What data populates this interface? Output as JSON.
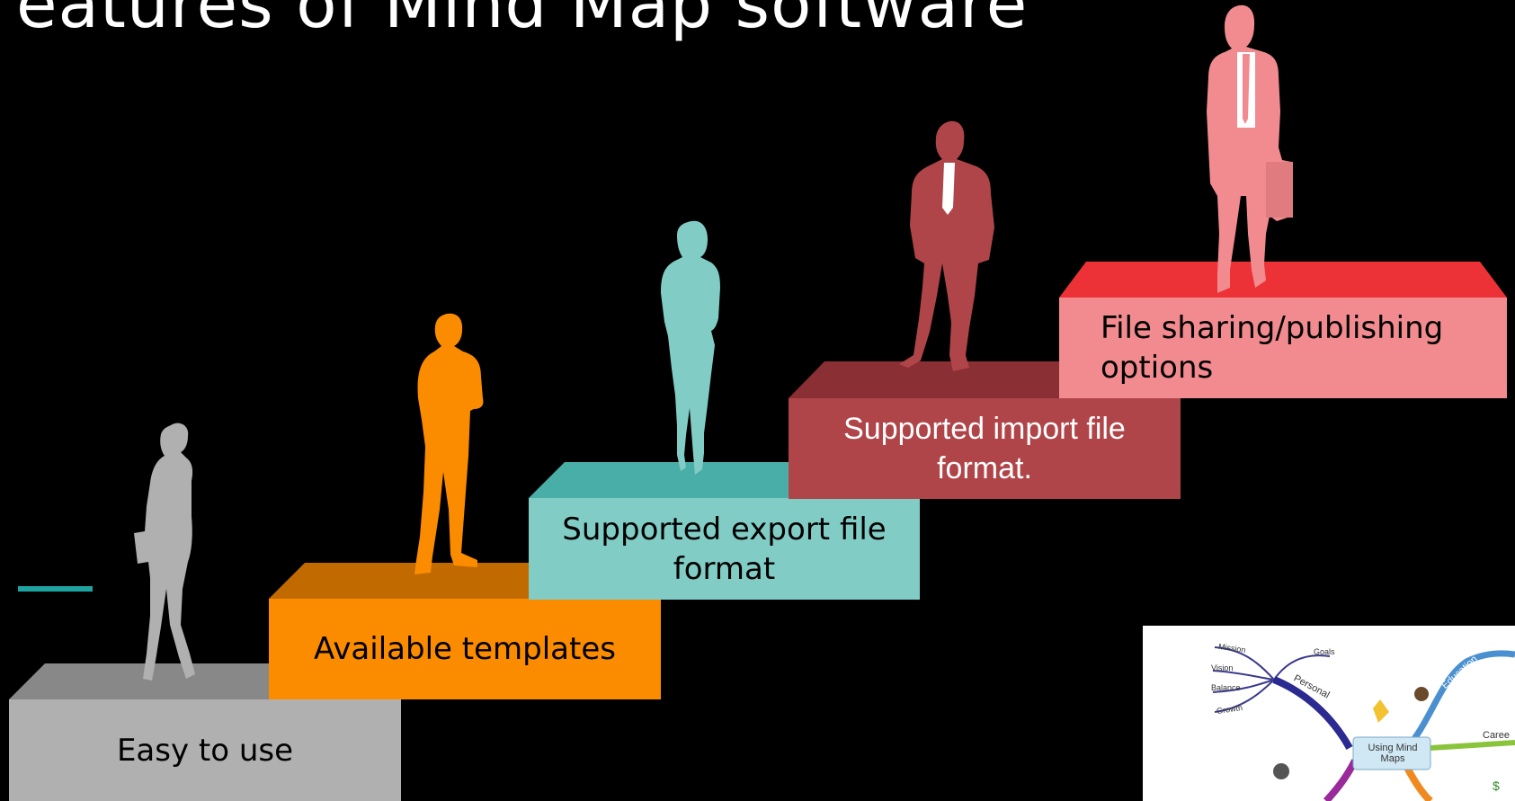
{
  "slide": {
    "title": "eatures of Mind  Map software",
    "accent_color": "#1fa3a0"
  },
  "steps": [
    {
      "label": "Easy to use",
      "front_color": "#b0b0b0",
      "top_color": "#888888"
    },
    {
      "label": "Available templates",
      "front_color": "#fb8c00",
      "top_color": "#c06a00"
    },
    {
      "label": "Supported export file format",
      "front_color": "#81cdc6",
      "top_color": "#4aaea8"
    },
    {
      "label": "Supported import file format.",
      "front_color": "#b04549",
      "top_color": "#8a2f34"
    },
    {
      "label": "File sharing/publishing options",
      "front_color": "#f28b8f",
      "top_color": "#ec3236"
    }
  ],
  "figures": [
    {
      "name": "woman-walking-silhouette",
      "color": "#b0b0b0"
    },
    {
      "name": "man-arms-crossed-silhouette",
      "color": "#fb8c00"
    },
    {
      "name": "woman-standing-silhouette",
      "color": "#81cdc6"
    },
    {
      "name": "man-hands-in-pockets-silhouette",
      "color": "#b04549"
    },
    {
      "name": "man-with-briefcase-silhouette",
      "color": "#f28b8f"
    }
  ],
  "mindmap": {
    "center": "Using Mind Maps",
    "branches": [
      "Personal",
      "Education",
      "Caree"
    ],
    "leaves": [
      "Mission",
      "Vision",
      "Balance",
      "Growth",
      "Goals"
    ]
  }
}
